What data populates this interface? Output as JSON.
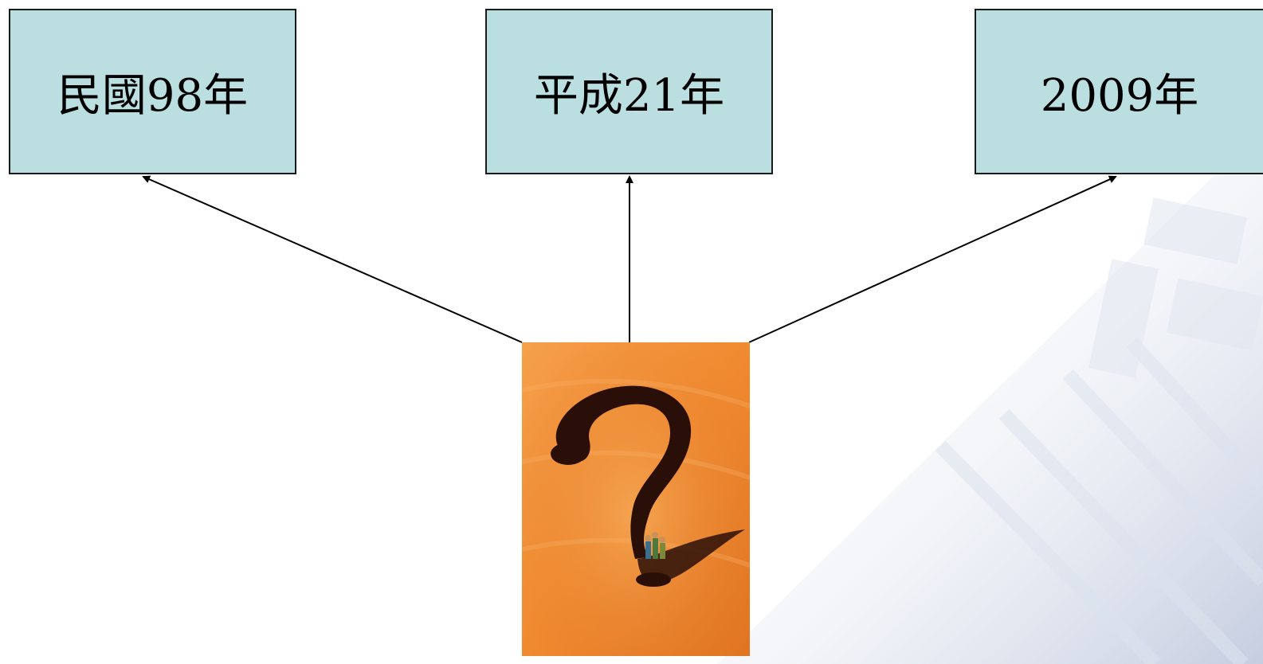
{
  "boxes": {
    "roc": {
      "label": "民國98年"
    },
    "heisei": {
      "label": "平成21年"
    },
    "ad": {
      "label": "2009年"
    }
  },
  "colors": {
    "box_fill": "#bbdfe1",
    "box_border": "#1a1a1a",
    "arrow": "#000000",
    "picture_orange": "#f08a30",
    "picture_dark": "#2a0f08"
  },
  "picture": {
    "icon": "question-mark-picture"
  }
}
